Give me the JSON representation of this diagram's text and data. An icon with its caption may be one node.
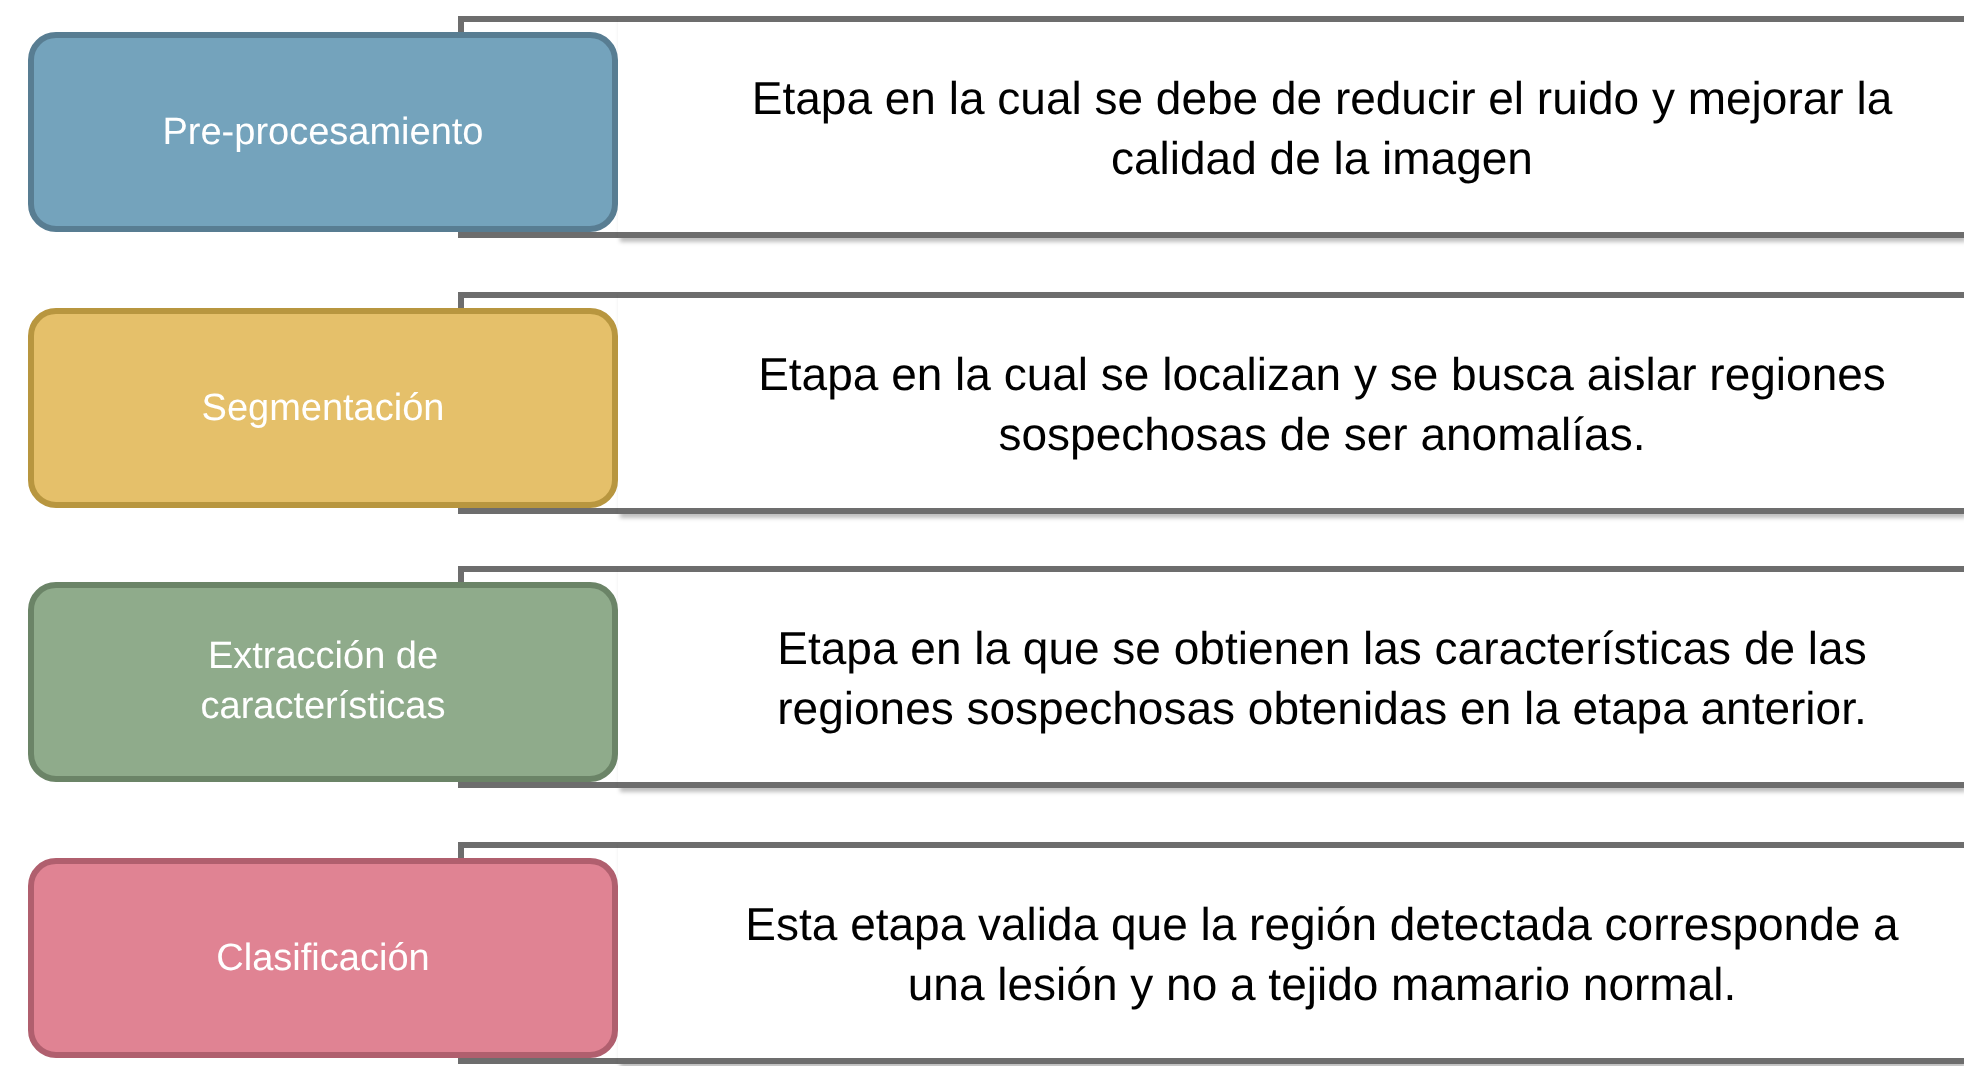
{
  "diagram": {
    "nodes": [
      {
        "text": [
          "Pre-procesamiento"
        ]
      },
      {
        "text": [
          "Etapa en la cual se debe de reducir el ruido y mejorar la calidad de la imagen"
        ]
      },
      {
        "text": [
          "Segmentación"
        ]
      },
      {
        "text": [
          "Etapa en la cual se localizan y se busca aislar regiones sospechosas de ser anomalías."
        ]
      },
      {
        "text": [
          "Extracción de características"
        ]
      },
      {
        "text": [
          "Etapa en la que se obtienen las características de las regiones sospechosas obtenidas en la etapa anterior."
        ]
      },
      {
        "text": [
          "Clasificación"
        ]
      },
      {
        "text": [
          "Esta etapa valida que la región detectada corresponde a una lesión y no a tejido mamario normal."
        ]
      }
    ]
  }
}
